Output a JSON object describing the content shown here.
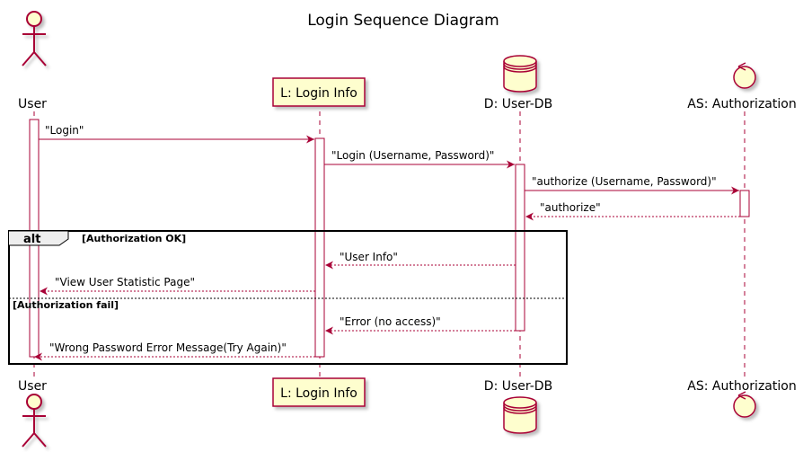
{
  "title": "Login Sequence Diagram",
  "participants": {
    "user": {
      "label": "User",
      "shape": "actor"
    },
    "login": {
      "label": "L: Login Info",
      "shape": "box"
    },
    "db": {
      "label": "D: User-DB",
      "shape": "database"
    },
    "auth": {
      "label": "AS: Authorization",
      "shape": "control"
    }
  },
  "messages": [
    {
      "text": "\"Login\"",
      "from": "User",
      "to": "L: Login Info",
      "style": "solid"
    },
    {
      "text": "\"Login (Username, Password)\"",
      "from": "L: Login Info",
      "to": "D: User-DB",
      "style": "solid"
    },
    {
      "text": "\"authorize (Username, Password)\"",
      "from": "D: User-DB",
      "to": "AS: Authorization",
      "style": "solid"
    },
    {
      "text": "\"authorize\"",
      "from": "AS: Authorization",
      "to": "D: User-DB",
      "style": "dashed"
    },
    {
      "text": "\"User Info\"",
      "from": "D: User-DB",
      "to": "L: Login Info",
      "style": "dashed"
    },
    {
      "text": "\"View User Statistic Page\"",
      "from": "L: Login Info",
      "to": "User",
      "style": "dashed"
    },
    {
      "text": "\"Error (no access)\"",
      "from": "D: User-DB",
      "to": "L: Login Info",
      "style": "dashed"
    },
    {
      "text": "\"Wrong Password Error Message(Try Again)\"",
      "from": "L: Login Info",
      "to": "User",
      "style": "dashed"
    }
  ],
  "fragment": {
    "keyword": "alt",
    "guard1": "[Authorization OK]",
    "guard2": "[Authorization fail]"
  },
  "colors": {
    "line": "#a80036",
    "fill": "#fefece",
    "frame": "#000000"
  }
}
